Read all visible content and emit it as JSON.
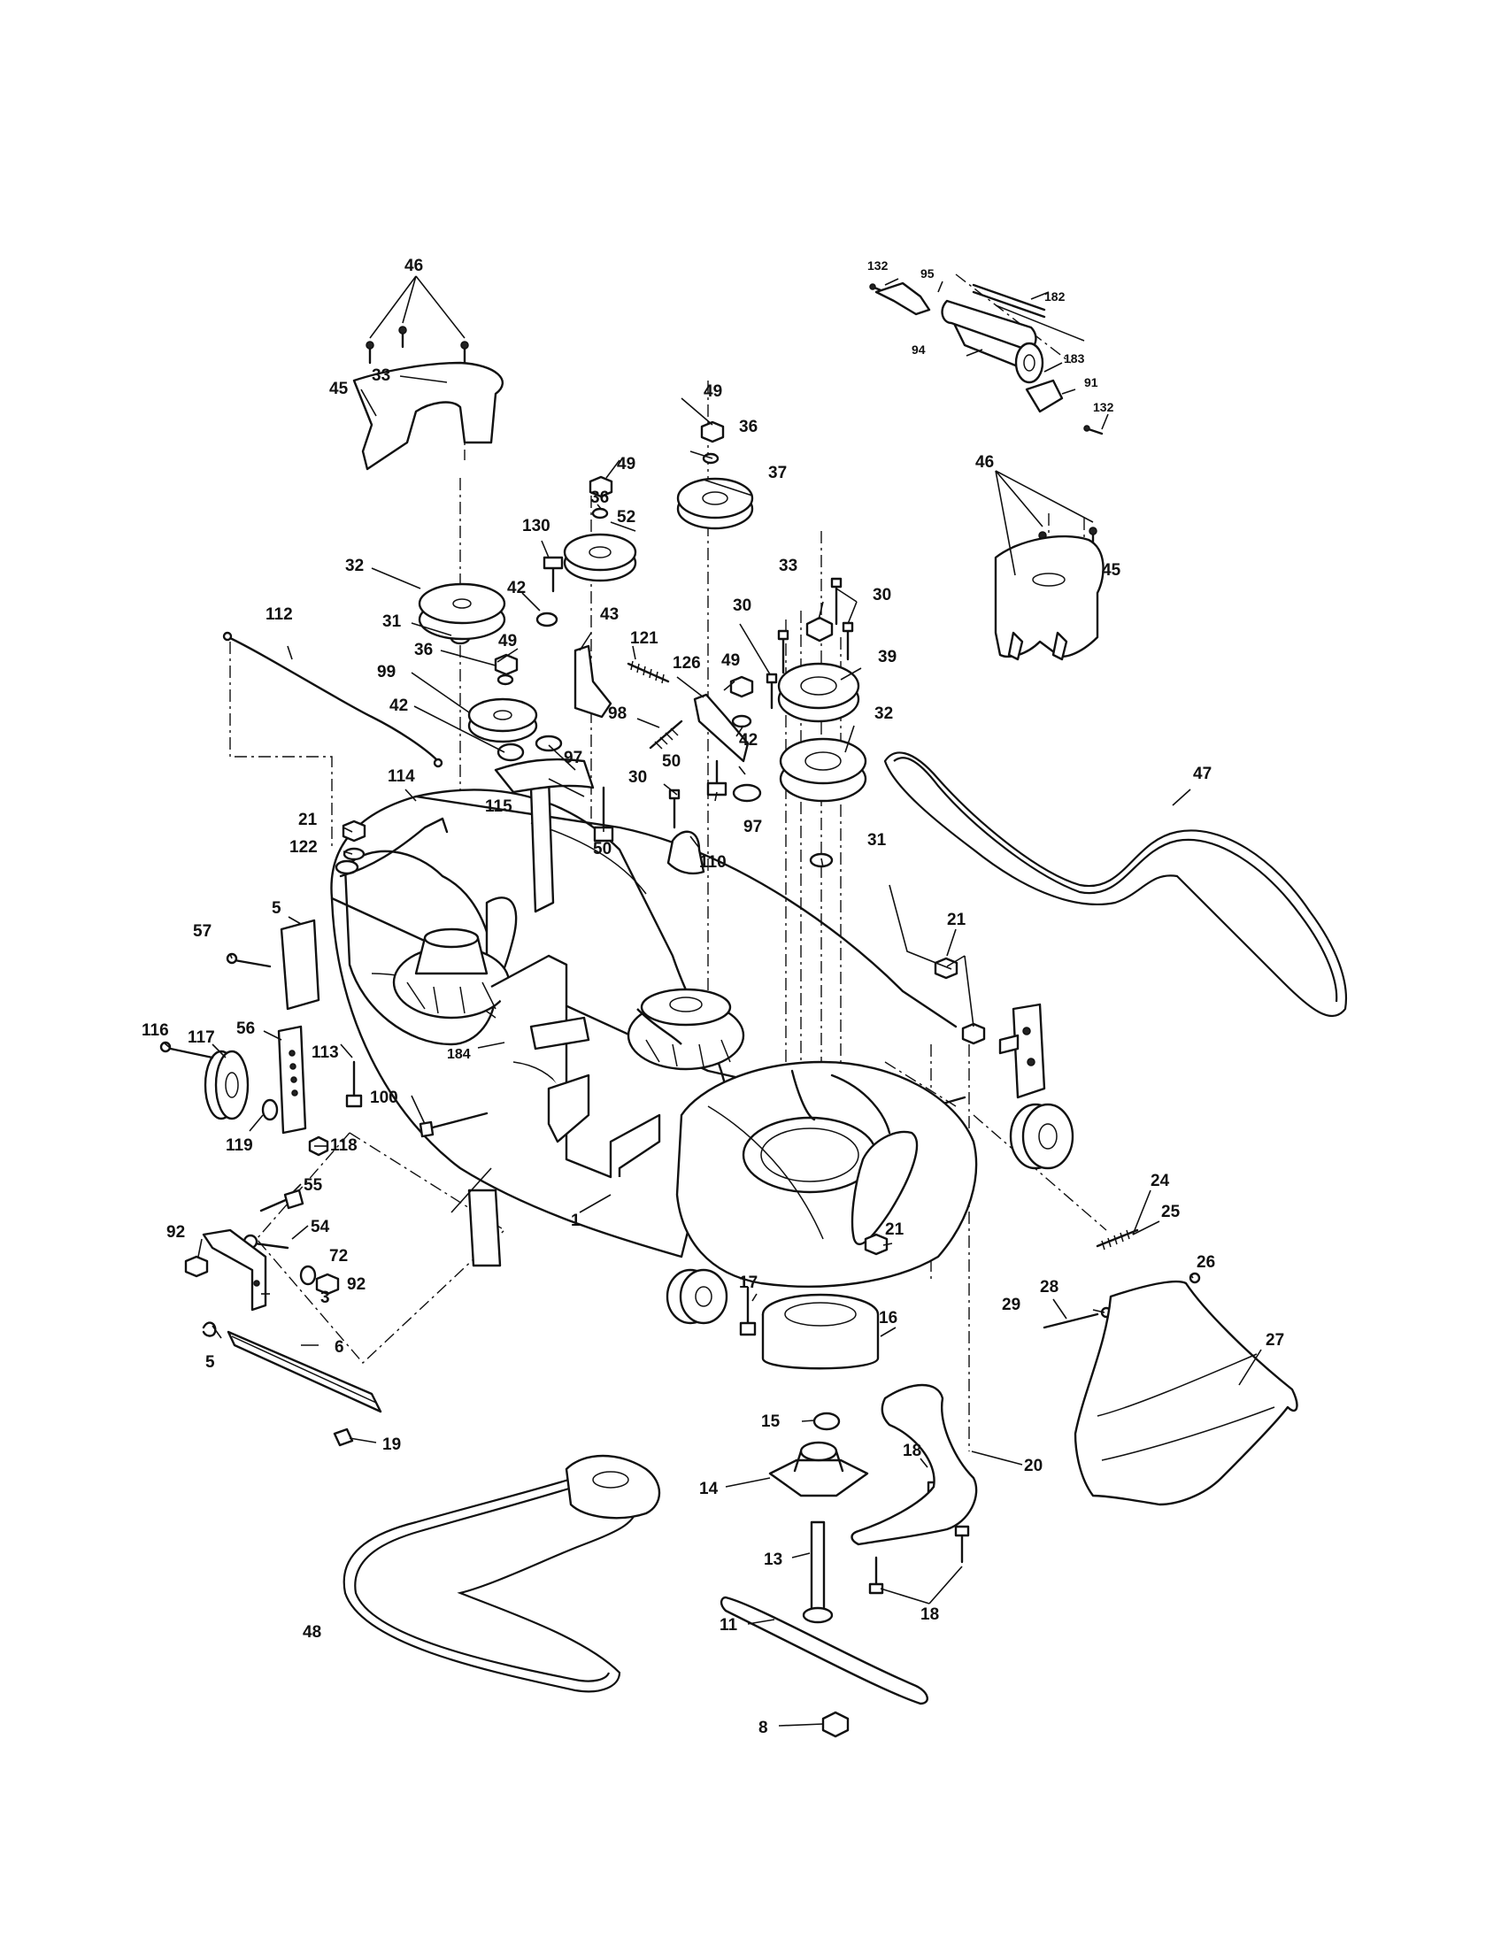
{
  "labels": {
    "p1": "1",
    "p3": "3",
    "p5a": "5",
    "p5b": "5",
    "p6": "6",
    "p8": "8",
    "p11": "11",
    "p13": "13",
    "p14": "14",
    "p15": "15",
    "p16": "16",
    "p17": "17",
    "p18a": "18",
    "p18b": "18",
    "p19": "19",
    "p20": "20",
    "p21a": "21",
    "p21b": "21",
    "p21c": "21",
    "p24": "24",
    "p25": "25",
    "p26": "26",
    "p27": "27",
    "p28": "28",
    "p29": "29",
    "p30a": "30",
    "p30b": "30",
    "p30c": "30",
    "p31a": "31",
    "p31b": "31",
    "p32a": "32",
    "p32b": "32",
    "p33a": "33",
    "p33b": "33",
    "p36a": "36",
    "p36b": "36",
    "p36c": "36",
    "p37": "37",
    "p39": "39",
    "p42a": "42",
    "p42b": "42",
    "p42c": "42",
    "p43": "43",
    "p45a": "45",
    "p45b": "45",
    "p46a": "46",
    "p46b": "46",
    "p47": "47",
    "p48": "48",
    "p49a": "49",
    "p49b": "49",
    "p49c": "49",
    "p49d": "49",
    "p50a": "50",
    "p50b": "50",
    "p52": "52",
    "p54": "54",
    "p55": "55",
    "p56": "56",
    "p57": "57",
    "p72": "72",
    "p91": "91",
    "p92a": "92",
    "p92b": "92",
    "p94": "94",
    "p95": "95",
    "p97a": "97",
    "p97b": "97",
    "p98": "98",
    "p99": "99",
    "p100": "100",
    "p110": "110",
    "p112": "112",
    "p113": "113",
    "p114": "114",
    "p115": "115",
    "p116": "116",
    "p117": "117",
    "p118": "118",
    "p119": "119",
    "p121": "121",
    "p122": "122",
    "p126": "126",
    "p130": "130",
    "p132a": "132",
    "p132b": "132",
    "p182": "182",
    "p183": "183",
    "p184": "184"
  }
}
